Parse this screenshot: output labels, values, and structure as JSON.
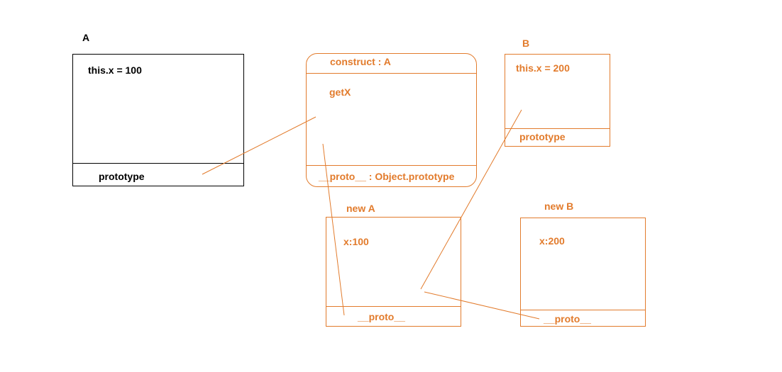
{
  "colors": {
    "black": "#000000",
    "orange": "#e27b2c",
    "background": "#ffffff"
  },
  "nodes": {
    "a": {
      "title": "A",
      "body": "this.x = 100",
      "footer": "prototype"
    },
    "a_prototype": {
      "header": "construct : A",
      "body": "getX",
      "footer": "__proto__ : Object.prototype"
    },
    "b": {
      "title": "B",
      "body": "this.x = 200",
      "footer": "prototype"
    },
    "new_a": {
      "title": "new A",
      "body": "x:100",
      "footer": "__proto__"
    },
    "new_b": {
      "title": "new B",
      "body": "x:200",
      "footer": "__proto__"
    }
  },
  "connectors": [
    {
      "from": "A prototype",
      "to": "A.prototype object"
    },
    {
      "from": "A.prototype object",
      "to": "new A __proto__"
    },
    {
      "from": "B",
      "to": "new A __proto__"
    },
    {
      "from": "new A __proto__",
      "to": "new B __proto__"
    }
  ]
}
